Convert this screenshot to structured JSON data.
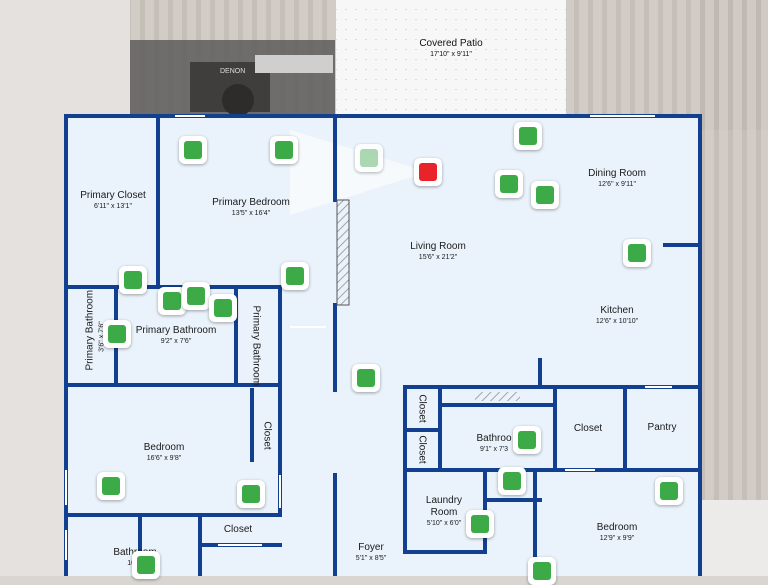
{
  "colors": {
    "wall": "#123f8f",
    "floor": "#eaf3fb",
    "marker": "#3daa48",
    "marker_active": "#e8232a"
  },
  "background": {
    "brand_text": "DENON"
  },
  "patio": {
    "name": "Covered Patio",
    "dims": "17'10\" x 9'11\""
  },
  "rooms": {
    "primary_closet": {
      "name": "Primary Closet",
      "dims": "6'11\" x 13'1\""
    },
    "primary_bedroom": {
      "name": "Primary Bedroom",
      "dims": "13'5\" x 16'4\""
    },
    "living_room": {
      "name": "Living Room",
      "dims": "15'6\" x 21'2\""
    },
    "dining_room": {
      "name": "Dining Room",
      "dims": "12'6\" x 9'11\""
    },
    "kitchen": {
      "name": "Kitchen",
      "dims": "12'6\" x 10'10\""
    },
    "primary_bathroom_left": {
      "name": "Primary Bathroom",
      "dims": "3'6\" x 7'6\""
    },
    "primary_bathroom_mid": {
      "name": "Primary Bathroom",
      "dims": "9'2\" x 7'6\""
    },
    "primary_bathroom_right": {
      "name": "Primary Bathroom"
    },
    "bedroom_left": {
      "name": "Bedroom",
      "dims": "16'6\" x 9'8\""
    },
    "closet_left": {
      "name": "Closet"
    },
    "closet_bottom": {
      "name": "Closet"
    },
    "bathroom_bottom": {
      "name": "Bathroom",
      "dims": "10'2\""
    },
    "foyer": {
      "name": "Foyer",
      "dims": "5'1\" x 8'5\""
    },
    "closet_small_1": {
      "name": "Closet"
    },
    "closet_small_2": {
      "name": "Closet"
    },
    "bathroom_center": {
      "name": "Bathroo",
      "dims": "9'1\" x 7'3"
    },
    "closet_center": {
      "name": "Closet"
    },
    "pantry": {
      "name": "Pantry"
    },
    "laundry": {
      "name": "Laundry Room",
      "dims": "5'10\" x 6'0\""
    },
    "bedroom_right": {
      "name": "Bedroom",
      "dims": "12'9\" x 9'9\""
    }
  },
  "markers": [
    {
      "id": "m1",
      "state": "normal"
    },
    {
      "id": "m2",
      "state": "normal"
    },
    {
      "id": "m3",
      "state": "faded"
    },
    {
      "id": "m4",
      "state": "active"
    },
    {
      "id": "m5",
      "state": "normal"
    },
    {
      "id": "m6",
      "state": "normal"
    },
    {
      "id": "m7",
      "state": "normal"
    },
    {
      "id": "m8",
      "state": "normal"
    },
    {
      "id": "m9",
      "state": "normal"
    },
    {
      "id": "m10",
      "state": "normal"
    },
    {
      "id": "m11",
      "state": "normal"
    },
    {
      "id": "m12",
      "state": "normal"
    },
    {
      "id": "m13",
      "state": "normal"
    },
    {
      "id": "m14",
      "state": "normal"
    },
    {
      "id": "m15",
      "state": "normal"
    },
    {
      "id": "m16",
      "state": "normal"
    },
    {
      "id": "m17",
      "state": "normal"
    },
    {
      "id": "m18",
      "state": "normal"
    },
    {
      "id": "m19",
      "state": "normal"
    },
    {
      "id": "m20",
      "state": "normal"
    },
    {
      "id": "m21",
      "state": "normal"
    },
    {
      "id": "m22",
      "state": "normal"
    },
    {
      "id": "m23",
      "state": "normal"
    }
  ]
}
